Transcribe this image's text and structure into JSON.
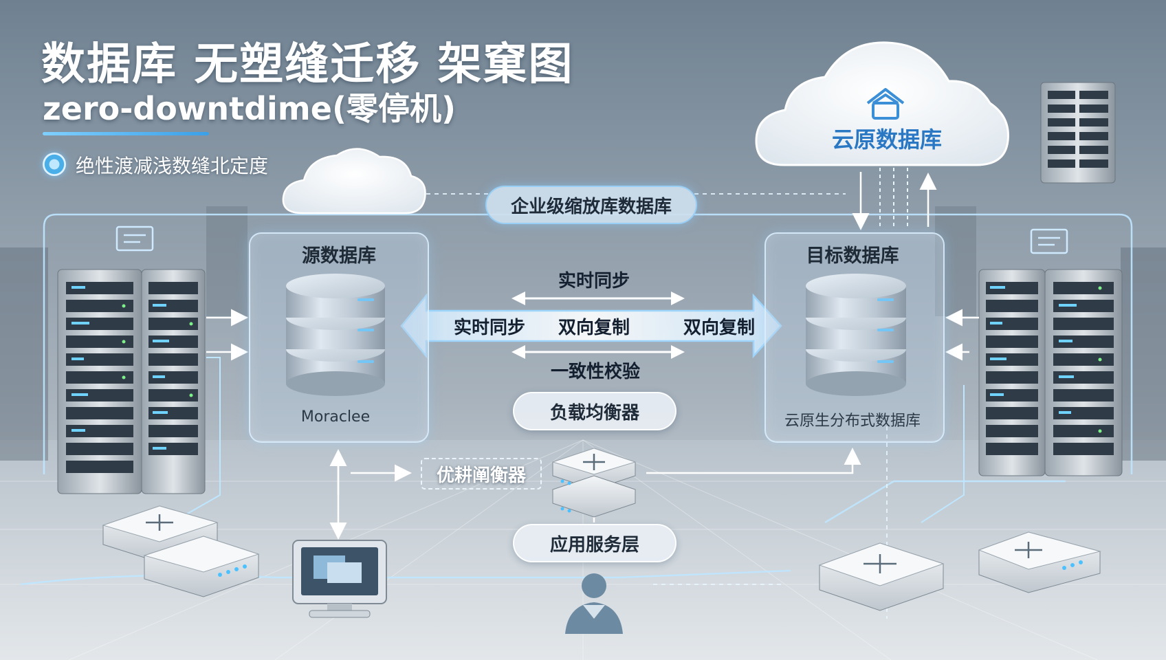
{
  "header": {
    "title": "数据库 无塑缝迁移 架窠图",
    "subtitle": "zero-downtdime(零停机)",
    "bullet": "绝性渡减浅数缝北定度"
  },
  "cloud_top": {
    "label": "云原数据库"
  },
  "enterprise_pill": {
    "label": "企业级缩放库数据库"
  },
  "source_panel": {
    "title": "源数据库",
    "caption": "Moraclee"
  },
  "target_panel": {
    "title": "目标数据库",
    "caption": "云原生分布式数据库"
  },
  "flows": {
    "top": "实时同步",
    "left": "实时同步",
    "middle": "双向复制",
    "right": "双向复制",
    "bottom": "一致性校验"
  },
  "load_balancer": {
    "label": "负载均衡器"
  },
  "balancer_side": {
    "label": "优耕阐衡器"
  },
  "app_layer": {
    "label": "应用服务层"
  },
  "colors": {
    "accent": "#5fb8f0",
    "panel_border": "#dcefff",
    "cloud_text": "#2a78c4"
  }
}
